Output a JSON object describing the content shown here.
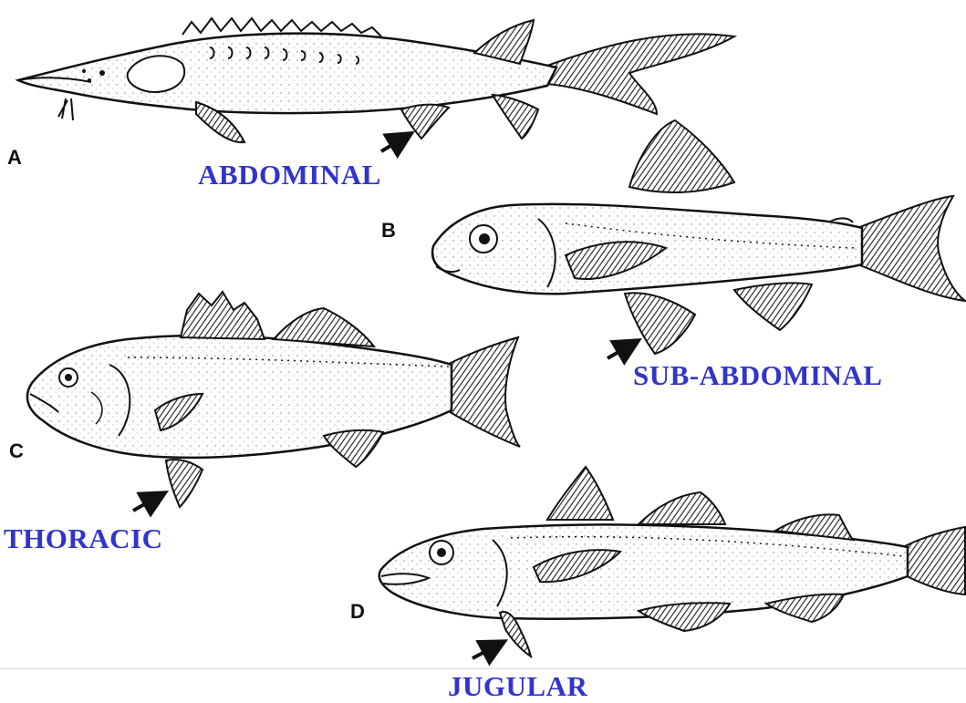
{
  "panels": [
    {
      "letter": "A",
      "label": "ABDOMINAL"
    },
    {
      "letter": "B",
      "label": "SUB-ABDOMINAL"
    },
    {
      "letter": "C",
      "label": "THORACIC"
    },
    {
      "letter": "D",
      "label": "JUGULAR"
    }
  ],
  "colors": {
    "label": "#3333cc",
    "ink": "#111111",
    "fin_fill": "#2a2a2a"
  }
}
